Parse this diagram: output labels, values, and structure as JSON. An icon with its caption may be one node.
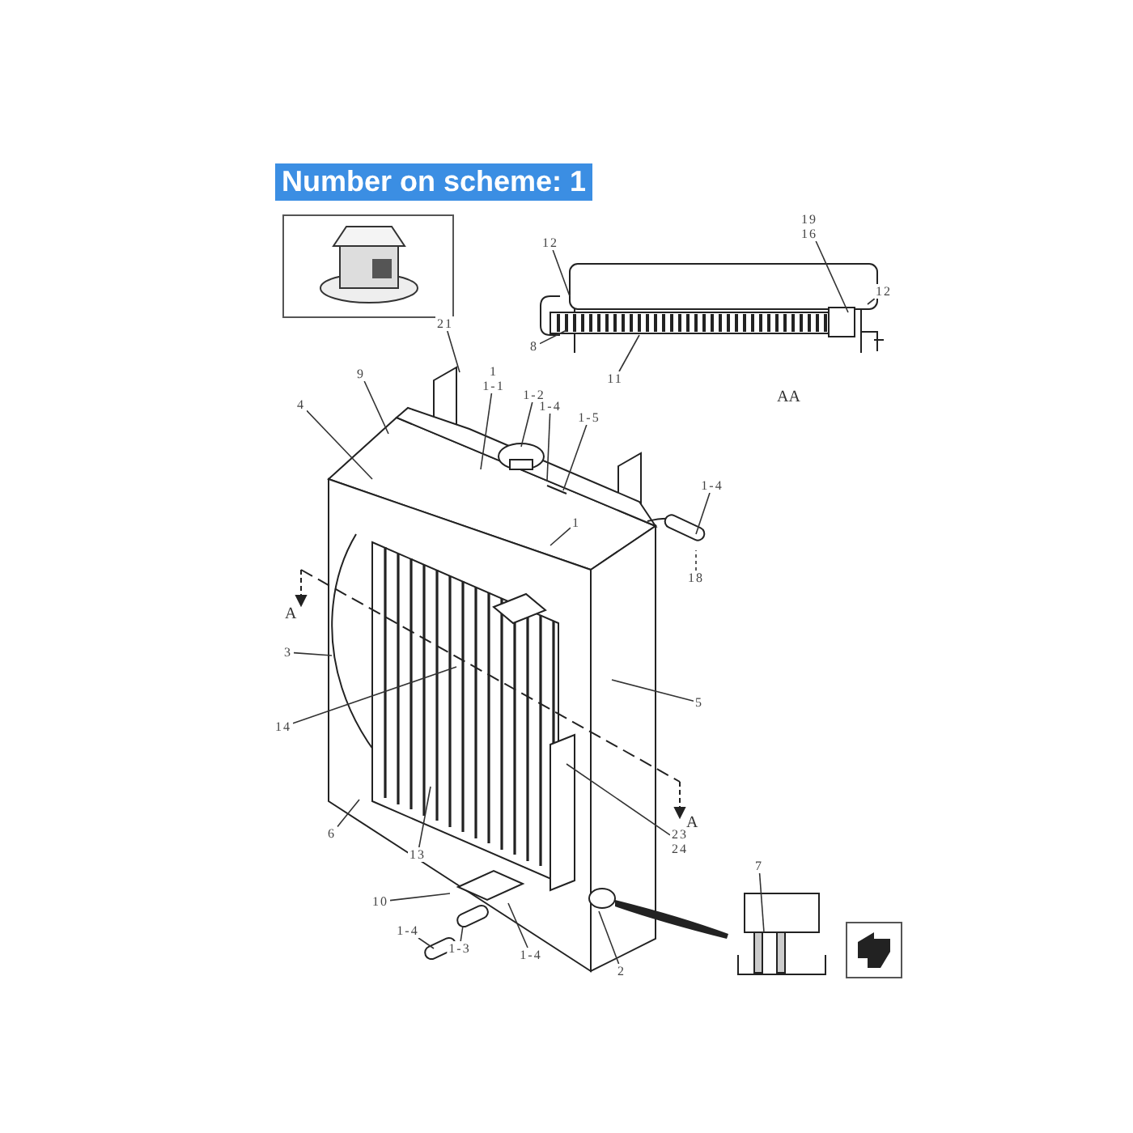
{
  "diagram": {
    "title": "Number on scheme: 1",
    "nodes": [
      {
        "text": [
          "12"
        ]
      },
      {
        "text": [
          "19",
          "16"
        ]
      },
      {
        "text": [
          "12"
        ]
      },
      {
        "text": [
          "8"
        ]
      },
      {
        "text": [
          "11"
        ]
      },
      {
        "text": [
          "21"
        ]
      },
      {
        "text": [
          "9"
        ]
      },
      {
        "text": [
          "1",
          "1-1"
        ]
      },
      {
        "text": [
          "1-2"
        ]
      },
      {
        "text": [
          "1-4"
        ]
      },
      {
        "text": [
          "1-5"
        ]
      },
      {
        "text": [
          "1-4"
        ]
      },
      {
        "text": [
          "18"
        ]
      },
      {
        "text": [
          "1"
        ]
      },
      {
        "text": [
          "4"
        ]
      },
      {
        "text": [
          "3"
        ]
      },
      {
        "text": [
          "14"
        ]
      },
      {
        "text": [
          "5"
        ]
      },
      {
        "text": [
          "6"
        ]
      },
      {
        "text": [
          "13"
        ]
      },
      {
        "text": [
          "23",
          "24"
        ]
      },
      {
        "text": [
          "10"
        ]
      },
      {
        "text": [
          "1-4"
        ]
      },
      {
        "text": [
          "1-3"
        ]
      },
      {
        "text": [
          "1-4"
        ]
      },
      {
        "text": [
          "2"
        ]
      },
      {
        "text": [
          "7"
        ]
      }
    ],
    "edges": [
      {
        "from": 0,
        "to": null,
        "arrow": "none"
      },
      {
        "from": 1,
        "to": null,
        "arrow": "none"
      },
      {
        "from": 2,
        "to": null,
        "arrow": "none"
      },
      {
        "from": 3,
        "to": null,
        "arrow": "none"
      },
      {
        "from": 4,
        "to": null,
        "arrow": "none"
      },
      {
        "from": 5,
        "to": null,
        "arrow": "none"
      },
      {
        "from": 6,
        "to": null,
        "arrow": "none"
      },
      {
        "from": 7,
        "to": null,
        "arrow": "none"
      },
      {
        "from": 8,
        "to": null,
        "arrow": "none"
      },
      {
        "from": 9,
        "to": null,
        "arrow": "none"
      },
      {
        "from": 10,
        "to": null,
        "arrow": "none"
      },
      {
        "from": 11,
        "to": null,
        "arrow": "none"
      },
      {
        "from": 12,
        "to": null,
        "arrow": "none",
        "style": "dashed"
      },
      {
        "from": 13,
        "to": null,
        "arrow": "none"
      },
      {
        "from": 14,
        "to": null,
        "arrow": "none"
      },
      {
        "from": 15,
        "to": null,
        "arrow": "none"
      },
      {
        "from": 16,
        "to": null,
        "arrow": "none"
      },
      {
        "from": 17,
        "to": null,
        "arrow": "none"
      },
      {
        "from": 18,
        "to": null,
        "arrow": "none"
      },
      {
        "from": 19,
        "to": null,
        "arrow": "none"
      },
      {
        "from": 20,
        "to": null,
        "arrow": "none"
      },
      {
        "from": 21,
        "to": null,
        "arrow": "none"
      },
      {
        "from": 22,
        "to": null,
        "arrow": "none"
      },
      {
        "from": 23,
        "to": null,
        "arrow": "none"
      },
      {
        "from": 24,
        "to": null,
        "arrow": "none"
      },
      {
        "from": 25,
        "to": null,
        "arrow": "none"
      },
      {
        "from": 26,
        "to": null,
        "arrow": "none"
      }
    ],
    "labels": [
      "AA",
      "A",
      "A"
    ]
  }
}
